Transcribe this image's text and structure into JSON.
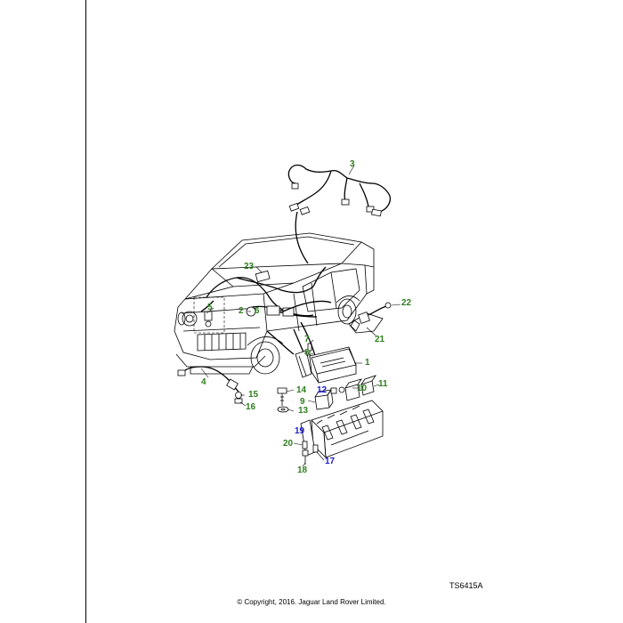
{
  "callouts": [
    {
      "num": "1",
      "color": "#2e7d1e"
    },
    {
      "num": "2",
      "color": "#2e7d1e"
    },
    {
      "num": "3",
      "color": "#2e7d1e"
    },
    {
      "num": "4",
      "color": "#2e7d1e"
    },
    {
      "num": "5",
      "color": "#2e7d1e"
    },
    {
      "num": "6",
      "color": "#2e7d1e"
    },
    {
      "num": "7",
      "color": "#2e7d1e"
    },
    {
      "num": "8",
      "color": "#2e7d1e"
    },
    {
      "num": "9",
      "color": "#2e7d1e"
    },
    {
      "num": "10",
      "color": "#2e7d1e"
    },
    {
      "num": "11",
      "color": "#2e7d1e"
    },
    {
      "num": "12",
      "color": "#1a1ad0"
    },
    {
      "num": "13",
      "color": "#2e7d1e"
    },
    {
      "num": "14",
      "color": "#2e7d1e"
    },
    {
      "num": "15",
      "color": "#2e7d1e"
    },
    {
      "num": "16",
      "color": "#2e7d1e"
    },
    {
      "num": "17",
      "color": "#1a1ad0"
    },
    {
      "num": "18",
      "color": "#2e7d1e"
    },
    {
      "num": "19",
      "color": "#1a1ad0"
    },
    {
      "num": "20",
      "color": "#2e7d1e"
    },
    {
      "num": "21",
      "color": "#2e7d1e"
    },
    {
      "num": "22",
      "color": "#2e7d1e"
    },
    {
      "num": "23",
      "color": "#2e7d1e"
    }
  ],
  "figure_code": "TS6415A",
  "copyright": "© Copyright, 2016. Jaguar Land Rover Limited."
}
